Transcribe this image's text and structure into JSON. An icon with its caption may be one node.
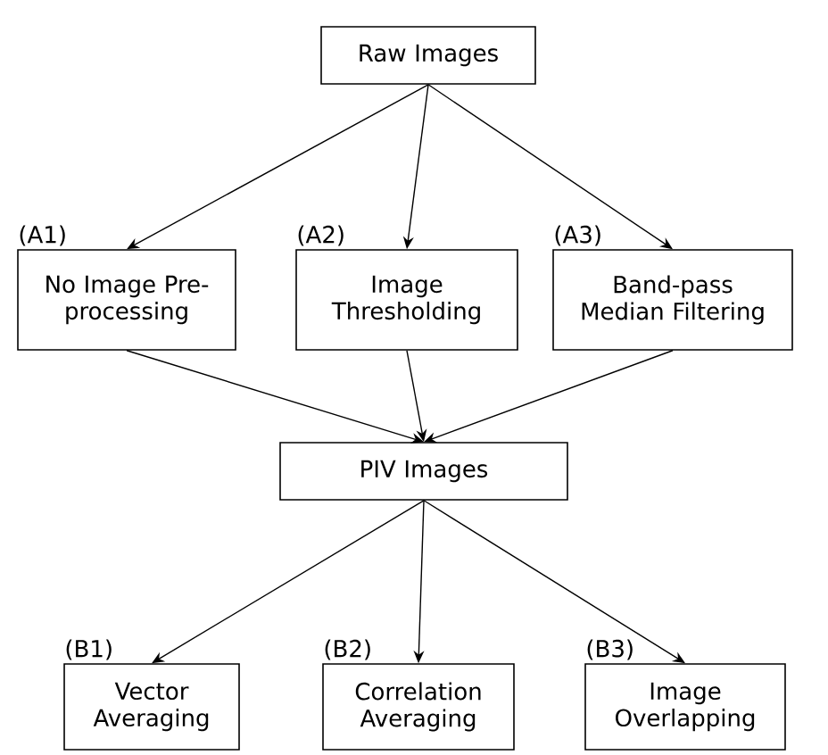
{
  "diagram": {
    "nodes": [
      {
        "text": [
          "Raw Images"
        ]
      },
      {
        "text": [
          "No Image Pre-processing"
        ],
        "beside": [
          "(A1)"
        ]
      },
      {
        "text": [
          "Image Thresholding"
        ],
        "beside": [
          "(A2)"
        ]
      },
      {
        "text": [
          "Band-pass Median Filtering"
        ],
        "beside": [
          "(A3)"
        ]
      },
      {
        "text": [
          "PIV Images"
        ]
      },
      {
        "text": [
          "Vector Averaging"
        ],
        "beside": [
          "(B1)"
        ]
      },
      {
        "text": [
          "Correlation Averaging"
        ],
        "beside": [
          "(B2)"
        ]
      },
      {
        "text": [
          "Image Overlapping"
        ],
        "beside": [
          "(B3)"
        ]
      }
    ],
    "edges": [
      {
        "from": 0,
        "to": 1,
        "arrow": "to"
      },
      {
        "from": 0,
        "to": 2,
        "arrow": "to"
      },
      {
        "from": 0,
        "to": 3,
        "arrow": "to"
      },
      {
        "from": 1,
        "to": 4,
        "arrow": "to"
      },
      {
        "from": 2,
        "to": 4,
        "arrow": "to"
      },
      {
        "from": 3,
        "to": 4,
        "arrow": "to"
      },
      {
        "from": 4,
        "to": 5,
        "arrow": "to"
      },
      {
        "from": 4,
        "to": 6,
        "arrow": "to"
      },
      {
        "from": 4,
        "to": 7,
        "arrow": "to"
      }
    ]
  }
}
